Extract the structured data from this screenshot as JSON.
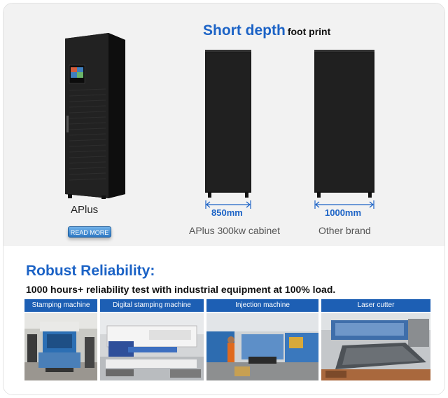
{
  "product": {
    "name": "APlus",
    "read_more_label": "READ MORE",
    "cabinet_icon": "ups-cabinet-icon"
  },
  "comparison": {
    "headline_big": "Short depth",
    "headline_small": "foot print",
    "items": [
      {
        "width_label": "850mm",
        "caption": "APlus 300kw cabinet"
      },
      {
        "width_label": "1000mm",
        "caption": "Other brand"
      }
    ]
  },
  "reliability": {
    "title": "Robust Reliability:",
    "subtitle": "1000 hours+ reliability test with industrial equipment at 100% load.",
    "machines": [
      {
        "label": "Stamping machine",
        "photo": "stamping-machine-photo"
      },
      {
        "label": "Digital stamping machine",
        "photo": "digital-stamping-machine-photo"
      },
      {
        "label": "Injection machine",
        "photo": "injection-machine-photo"
      },
      {
        "label": "Laser cutter",
        "photo": "laser-cutter-photo"
      }
    ]
  },
  "colors": {
    "accent_blue": "#1c63c6",
    "tab_blue": "#1d5fb4",
    "panel_gray": "#f2f2f2",
    "cabinet_black": "#1b1b1b"
  }
}
